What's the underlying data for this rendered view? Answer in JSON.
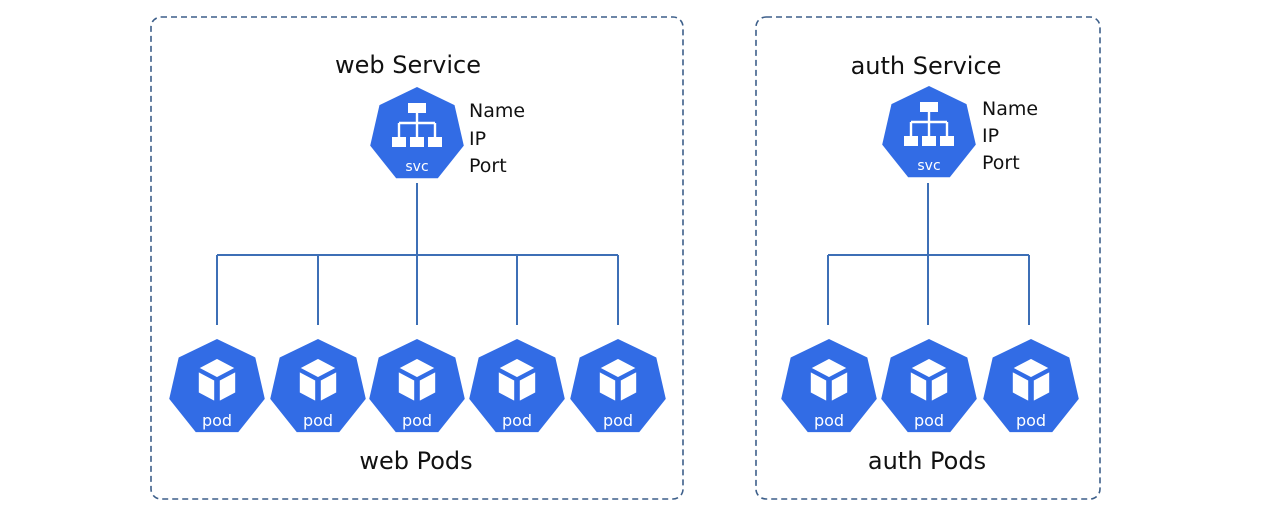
{
  "colors": {
    "accent": "#326ce5",
    "line": "#3d6fb6",
    "text": "#111111",
    "box_border": "#3d5f8a",
    "icon_white": "#ffffff"
  },
  "groups": [
    {
      "service_title": "web Service",
      "svc_label": "svc",
      "fields": [
        "Name",
        "IP",
        "Port"
      ],
      "pod_label": "pod",
      "pod_count": 5,
      "pods_title": "web Pods"
    },
    {
      "service_title": "auth Service",
      "svc_label": "svc",
      "fields": [
        "Name",
        "IP",
        "Port"
      ],
      "pod_label": "pod",
      "pod_count": 3,
      "pods_title": "auth Pods"
    }
  ]
}
